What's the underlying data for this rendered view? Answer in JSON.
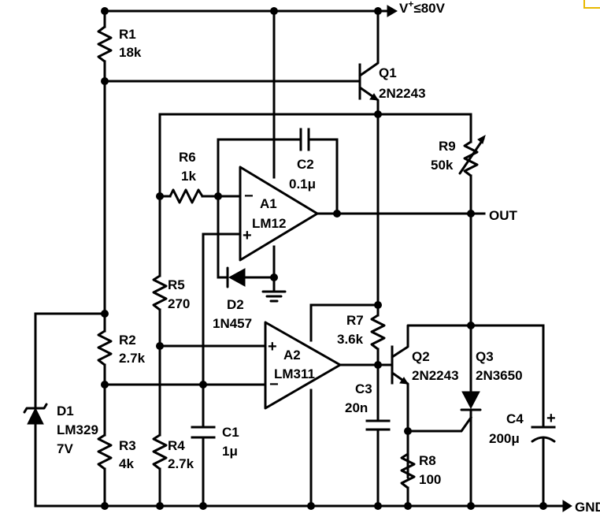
{
  "supply": {
    "v_plus": "V",
    "v_sup": "+",
    "v_limit": "≤80V",
    "gnd": "GND",
    "out": "OUT"
  },
  "components": {
    "r1": {
      "ref": "R1",
      "value": "18k"
    },
    "r2": {
      "ref": "R2",
      "value": "2.7k"
    },
    "r3": {
      "ref": "R3",
      "value": "4k"
    },
    "r4": {
      "ref": "R4",
      "value": "2.7k"
    },
    "r5": {
      "ref": "R5",
      "value": "270"
    },
    "r6": {
      "ref": "R6",
      "value": "1k"
    },
    "r7": {
      "ref": "R7",
      "value": "3.6k"
    },
    "r8": {
      "ref": "R8",
      "value": "100"
    },
    "r9": {
      "ref": "R9",
      "value": "50k"
    },
    "c1": {
      "ref": "C1",
      "value": "1μ"
    },
    "c2": {
      "ref": "C2",
      "value": "0.1μ"
    },
    "c3": {
      "ref": "C3",
      "value": "20n"
    },
    "c4": {
      "ref": "C4",
      "value": "200μ"
    },
    "d1": {
      "ref": "D1",
      "value": "LM329",
      "extra": "7V"
    },
    "d2": {
      "ref": "D2",
      "value": "1N457"
    },
    "q1": {
      "ref": "Q1",
      "value": "2N2243"
    },
    "q2": {
      "ref": "Q2",
      "value": "2N2243"
    },
    "q3": {
      "ref": "Q3",
      "value": "2N3650"
    },
    "a1": {
      "ref": "A1",
      "value": "LM12"
    },
    "a2": {
      "ref": "A2",
      "value": "LM311"
    }
  },
  "pins": {
    "minus": "−",
    "plus": "+"
  }
}
